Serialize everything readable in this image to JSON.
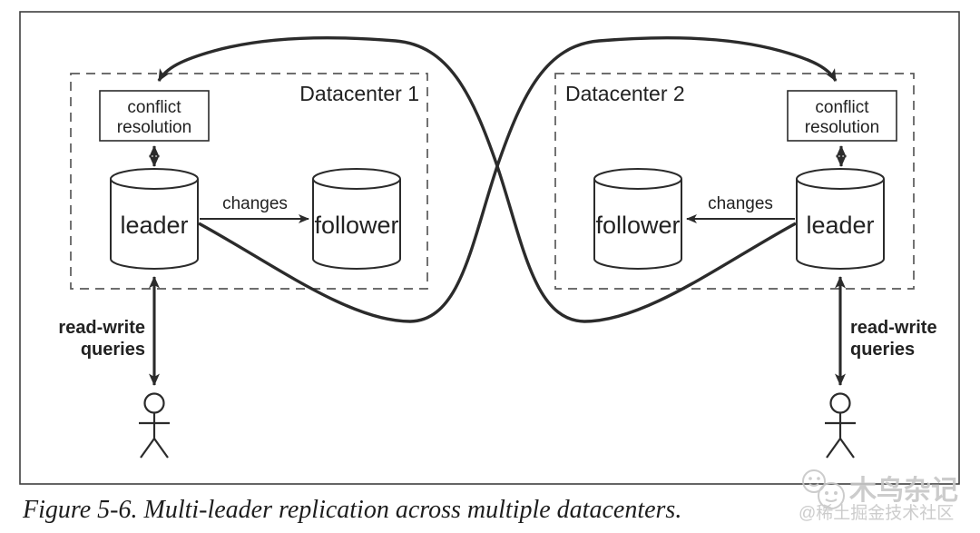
{
  "figure": {
    "caption": "Figure 5-6. Multi-leader replication across multiple datacenters."
  },
  "datacenter1": {
    "title": "Datacenter 1",
    "conflict_resolution": {
      "line1": "conflict",
      "line2": "resolution"
    },
    "leader_label": "leader",
    "follower_label": "follower",
    "changes_label": "changes",
    "queries": {
      "line1": "read-write",
      "line2": "queries"
    }
  },
  "datacenter2": {
    "title": "Datacenter 2",
    "conflict_resolution": {
      "line1": "conflict",
      "line2": "resolution"
    },
    "leader_label": "leader",
    "follower_label": "follower",
    "changes_label": "changes",
    "queries": {
      "line1": "read-write",
      "line2": "queries"
    }
  },
  "watermark": {
    "title": "木鸟杂记",
    "subtitle": "@稀土掘金技术社区"
  },
  "colors": {
    "line": "#2b2b2b",
    "dashed": "#5a5a5a",
    "outer": "#3f3f3f",
    "text": "#222222",
    "watermark": "#c7c7c7",
    "bg": "#ffffff"
  }
}
